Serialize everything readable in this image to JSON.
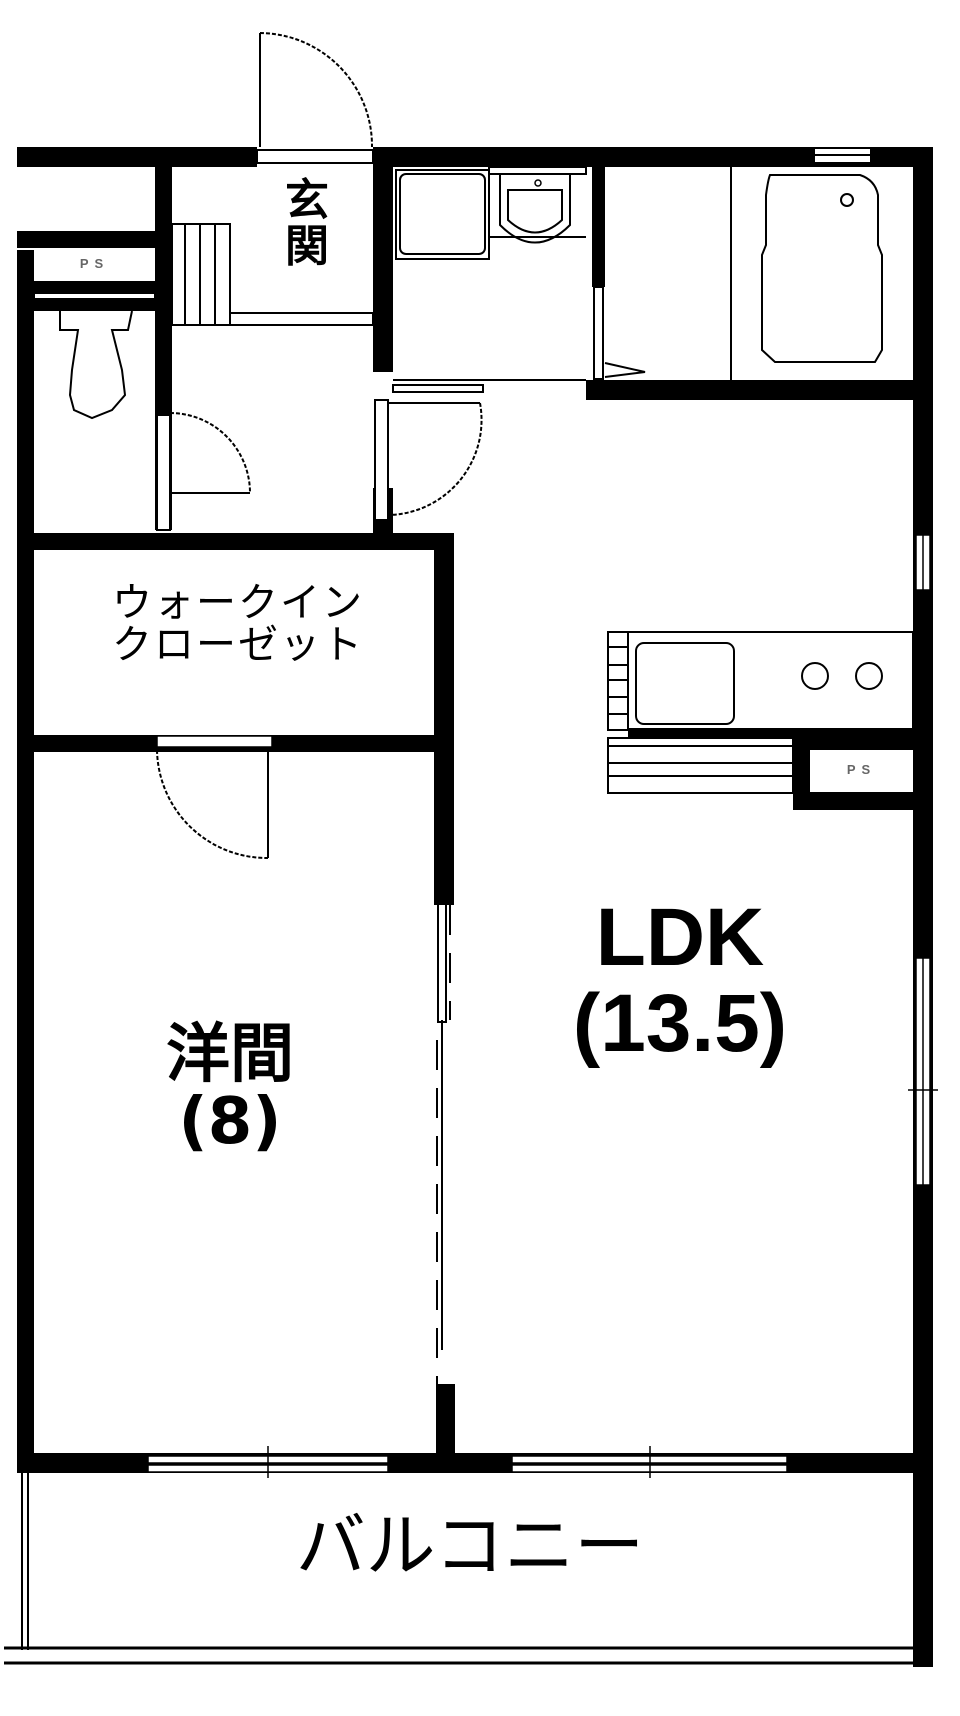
{
  "floor_plan": {
    "rooms": {
      "entrance": {
        "label_line1": "玄",
        "label_line2": "関"
      },
      "walk_in_closet": {
        "label_line1": "ウォークイン",
        "label_line2": "クローゼット"
      },
      "western_room": {
        "label": "洋間",
        "size": "(8)"
      },
      "ldk": {
        "label": "LDK",
        "size": "(13.5)"
      },
      "balcony": {
        "label": "バルコニー"
      },
      "pipe_space_toilet": {
        "label": "PS"
      },
      "pipe_space_kitchen": {
        "label": "PS"
      }
    },
    "colors": {
      "wall": "#000000",
      "background": "#ffffff",
      "ps_text": "#666666"
    }
  }
}
